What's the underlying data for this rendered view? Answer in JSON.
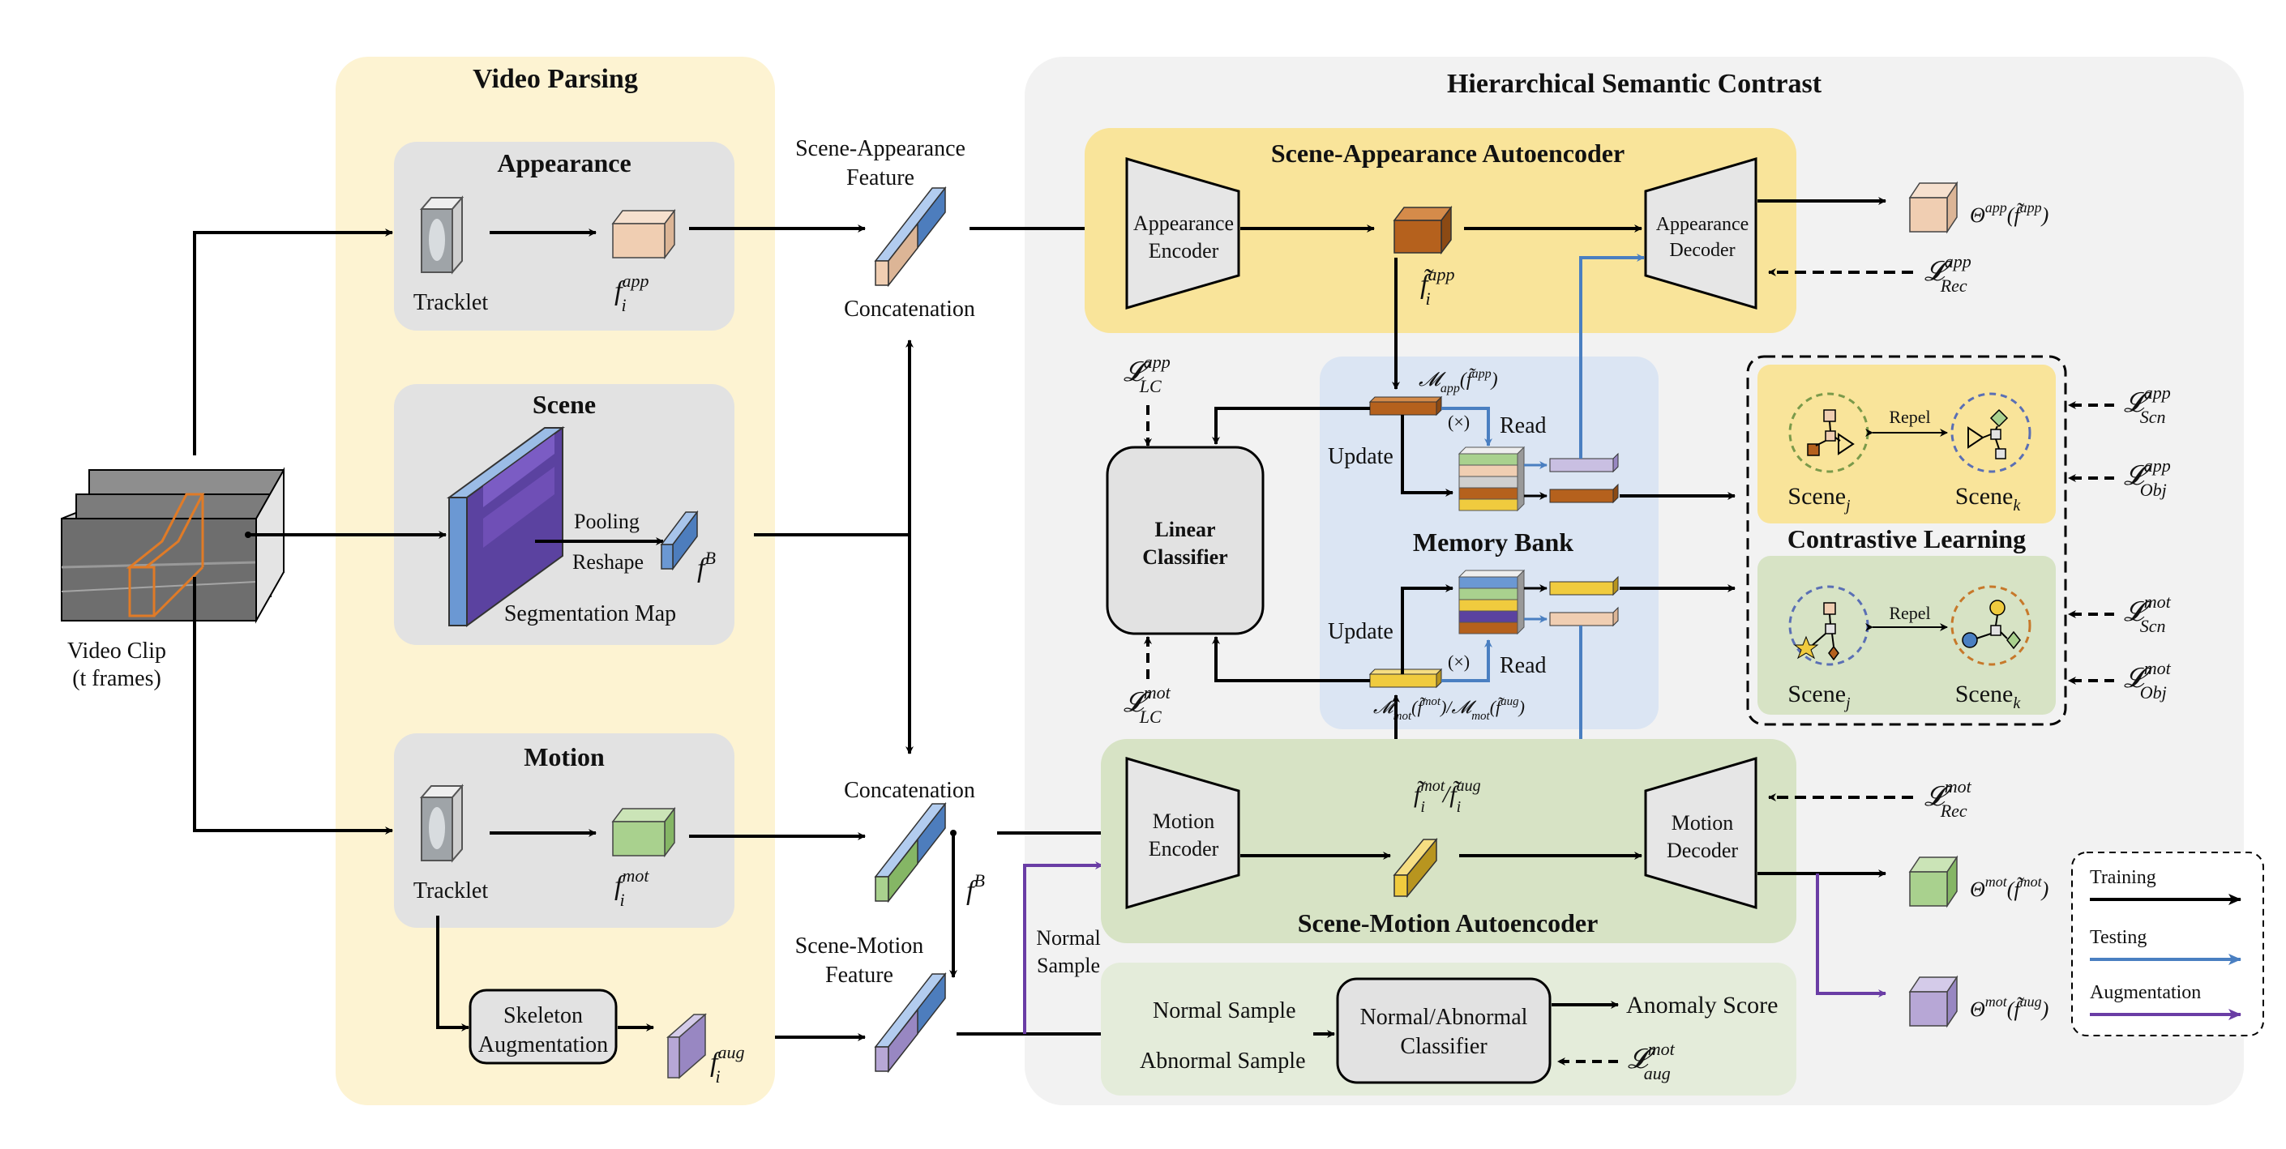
{
  "sections": {
    "video_parsing": "Video Parsing",
    "hierarchical": "Hierarchical Semantic Contrast"
  },
  "panels": {
    "appearance": "Appearance",
    "scene": "Scene",
    "motion": "Motion",
    "scene_app_ae": "Scene-Appearance Autoencoder",
    "scene_mot_ae": "Scene-Motion Autoencoder",
    "memory_bank": "Memory Bank",
    "contrastive": "Contrastive Learning"
  },
  "labels": {
    "video_clip": "Video Clip",
    "t_frames": "(t frames)",
    "tracklet": "Tracklet",
    "tracklet2": "Tracklet",
    "pooling": "Pooling",
    "reshape": "Reshape",
    "seg_map": "Segmentation Map",
    "skeleton1": "Skeleton",
    "skeleton2": "Augmentation",
    "scene_app_feat1": "Scene-Appearance",
    "scene_app_feat2": "Feature",
    "concat1": "Concatenation",
    "concat2": "Concatenation",
    "scene_mot_feat1": "Scene-Motion",
    "scene_mot_feat2": "Feature",
    "normal_sample_v1": "Normal",
    "normal_sample_v2": "Sample",
    "app_enc1": "Appearance",
    "app_enc2": "Encoder",
    "app_dec1": "Appearance",
    "app_dec2": "Decoder",
    "mot_enc1": "Motion",
    "mot_enc2": "Encoder",
    "mot_dec1": "Motion",
    "mot_dec2": "Decoder",
    "linear1": "Linear",
    "linear2": "Classifier",
    "update1": "Update",
    "update2": "Update",
    "read1": "Read",
    "read2": "Read",
    "times1": "(×)",
    "times2": "(×)",
    "repel1": "Repel",
    "repel2": "Repel",
    "scene_j1": "Scene",
    "scene_k1": "Scene",
    "scene_j2": "Scene",
    "scene_k2": "Scene",
    "sub_j": "j",
    "sub_k": "k",
    "normal_sample": "Normal Sample",
    "abnormal_sample": "Abnormal Sample",
    "na_class1": "Normal/Abnormal",
    "na_class2": "Classifier",
    "anomaly_score": "Anomaly Score"
  },
  "math": {
    "f_app": "f",
    "f_app_sup": "app",
    "f_mot": "f",
    "f_mot_sup": "mot",
    "f_aug": "f",
    "f_aug_sup": "aug",
    "sub_i": "i",
    "fB": "f",
    "fB_sup": "B",
    "ft_app": "f̃",
    "ft_app_sup": "app",
    "ft_mot": "f̃",
    "ft_mot_sup": "mot",
    "ft_aug": "f̃",
    "ft_aug_sup": "aug",
    "slash": "/",
    "M_app": "𝓜",
    "M_app_sub": "app",
    "M_app_arg": "(f̃",
    "M_app_arg_sup": "app",
    "M_app_close": ")",
    "M_mot": "𝓜",
    "M_mot_sub": "mot",
    "M_mot_arg": "(f̃",
    "M_mot_arg_sup": "mot",
    "M_mot_close": ")/",
    "M_mot2": "𝓜",
    "M_mot2_sub": "mot",
    "M_mot2_arg": "(f̃",
    "M_mot2_arg_sup": "aug",
    "M_mot2_close": ")",
    "L": "𝓛",
    "L_app_lc_sup": "app",
    "L_app_lc_sub": "LC",
    "L_mot_lc_sup": "mot",
    "L_mot_lc_sub": "LC",
    "L_app_rec_sup": "app",
    "L_app_rec_sub": "Rec",
    "L_mot_rec_sup": "mot",
    "L_mot_rec_sub": "Rec",
    "L_app_scn_sup": "app",
    "L_app_scn_sub": "Scn",
    "L_app_obj_sup": "app",
    "L_app_obj_sub": "Obj",
    "L_mot_scn_sup": "mot",
    "L_mot_scn_sub": "Scn",
    "L_mot_obj_sup": "mot",
    "L_mot_obj_sub": "Obj",
    "L_aug_sup": "mot",
    "L_aug_sub": "aug",
    "theta_app": "Θ",
    "theta_app_sup": "app",
    "theta_app_arg": "(f̃",
    "theta_app_arg_sup": "app",
    "theta_close": ")",
    "theta_mot": "Θ",
    "theta_mot_sup": "mot",
    "theta_mot_arg": "(f̃",
    "theta_mot_arg_sup": "mot",
    "theta_aug": "Θ",
    "theta_aug_sup": "mot",
    "theta_aug_arg": "(f̃",
    "theta_aug_arg_sup": "aug"
  },
  "legend": {
    "training": "Training",
    "testing": "Testing",
    "augmentation": "Augmentation"
  },
  "colors": {
    "video_parsing_bg": "#fdf3d2",
    "hier_bg": "#f2f2f2",
    "gray_panel": "#e2e2e2",
    "yellow_panel": "#f9e49a",
    "green_panel": "#d7e3c5",
    "light_green_panel": "#e4ecda",
    "blue_panel": "#dbe5f3",
    "trapezoid": "#e6e6e6",
    "app_feat": "#f0ceb2",
    "app_tilde": "#b5611d",
    "scene_feat": "#6b98d3",
    "mot_feat": "#a9d18e",
    "mot_tilde": "#f0cb3e",
    "aug_feat": "#b7a7d6",
    "testing_arrow": "#4a7fc1",
    "augmentation_arrow": "#6a3da5",
    "orange_box": "#e07b27"
  }
}
